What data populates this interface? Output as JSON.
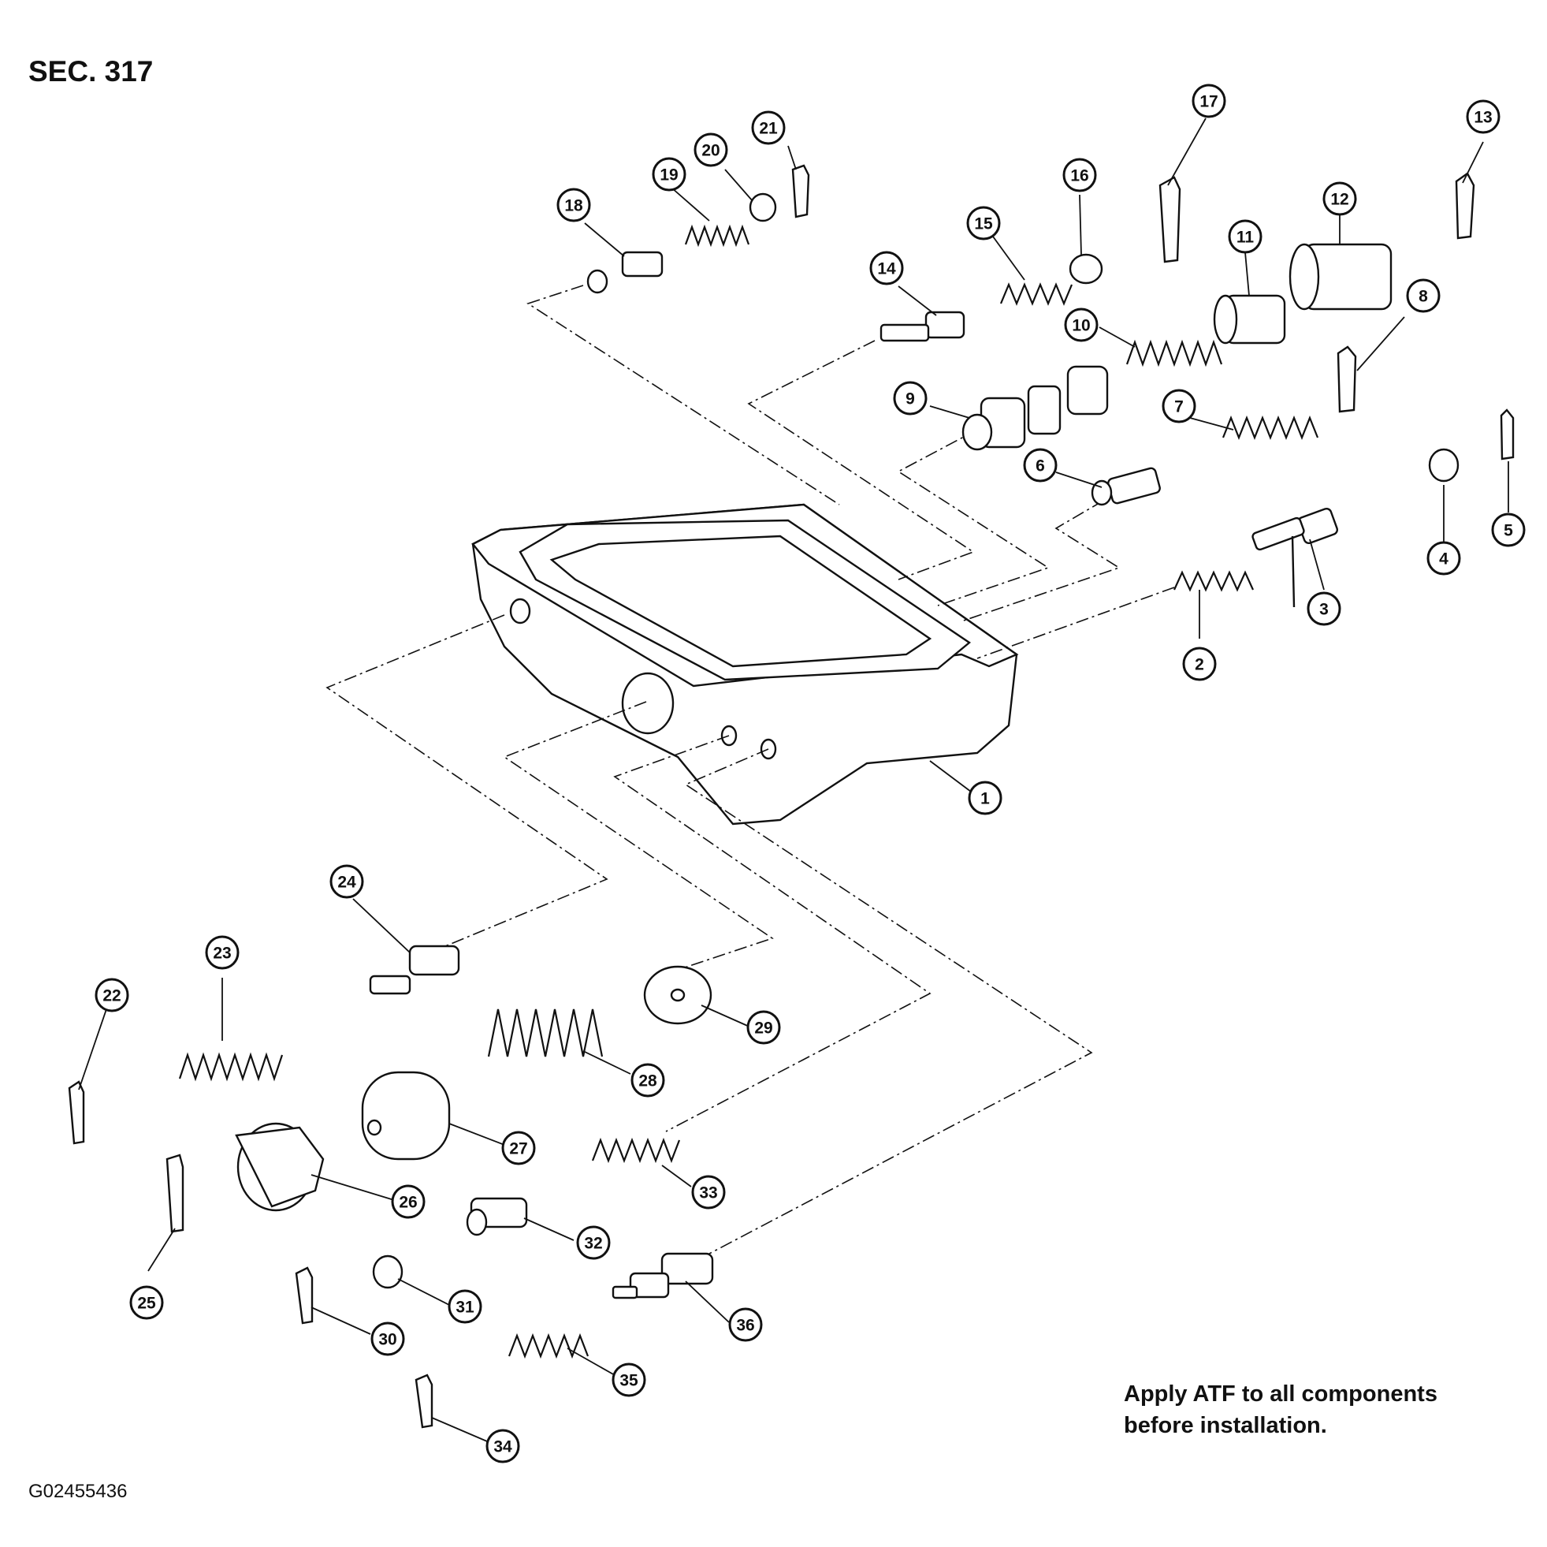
{
  "header": {
    "section": "SEC. 317"
  },
  "note": {
    "line1": "Apply ATF to all components",
    "line2": "before installation."
  },
  "footer": {
    "code": "G02455436"
  },
  "callouts": [
    "1",
    "2",
    "3",
    "4",
    "5",
    "6",
    "7",
    "8",
    "9",
    "10",
    "11",
    "12",
    "13",
    "14",
    "15",
    "16",
    "17",
    "18",
    "19",
    "20",
    "21",
    "22",
    "23",
    "24",
    "25",
    "26",
    "27",
    "28",
    "29",
    "30",
    "31",
    "32",
    "33",
    "34",
    "35",
    "36"
  ]
}
